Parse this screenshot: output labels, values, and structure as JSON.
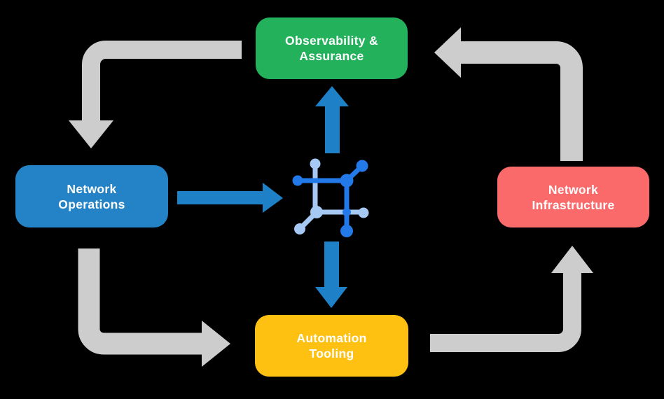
{
  "diagram": {
    "nodes": {
      "observability": {
        "line1": "Observability &",
        "line2": "Assurance"
      },
      "operations": {
        "line1": "Network",
        "line2": "Operations"
      },
      "infrastructure": {
        "line1": "Network",
        "line2": "Infrastructure"
      },
      "automation": {
        "line1": "Automation",
        "line2": "Tooling"
      }
    },
    "flows": {
      "outer_cycle": [
        {
          "from": "Observability & Assurance",
          "to": "Network Operations"
        },
        {
          "from": "Network Operations",
          "to": "Automation Tooling"
        },
        {
          "from": "Automation Tooling",
          "to": "Network Infrastructure"
        },
        {
          "from": "Network Infrastructure",
          "to": "Observability & Assurance"
        }
      ],
      "hub_links": [
        {
          "from": "Network Operations",
          "to": "network-hub-icon"
        },
        {
          "from": "network-hub-icon",
          "to": "Observability & Assurance"
        },
        {
          "from": "network-hub-icon",
          "to": "Automation Tooling"
        }
      ]
    },
    "icons": {
      "center": "network-hub-icon"
    }
  },
  "colors": {
    "green": "#23B15B",
    "blue": "#2383C6",
    "red": "#FA6A6A",
    "yellow": "#FEC011",
    "gray": "#CDCDCD",
    "arrow_blue": "#1E81C8",
    "icon_dark": "#2379E8",
    "icon_light": "#A6C9F3",
    "background": "#000000",
    "text": "#FFFFFF"
  }
}
